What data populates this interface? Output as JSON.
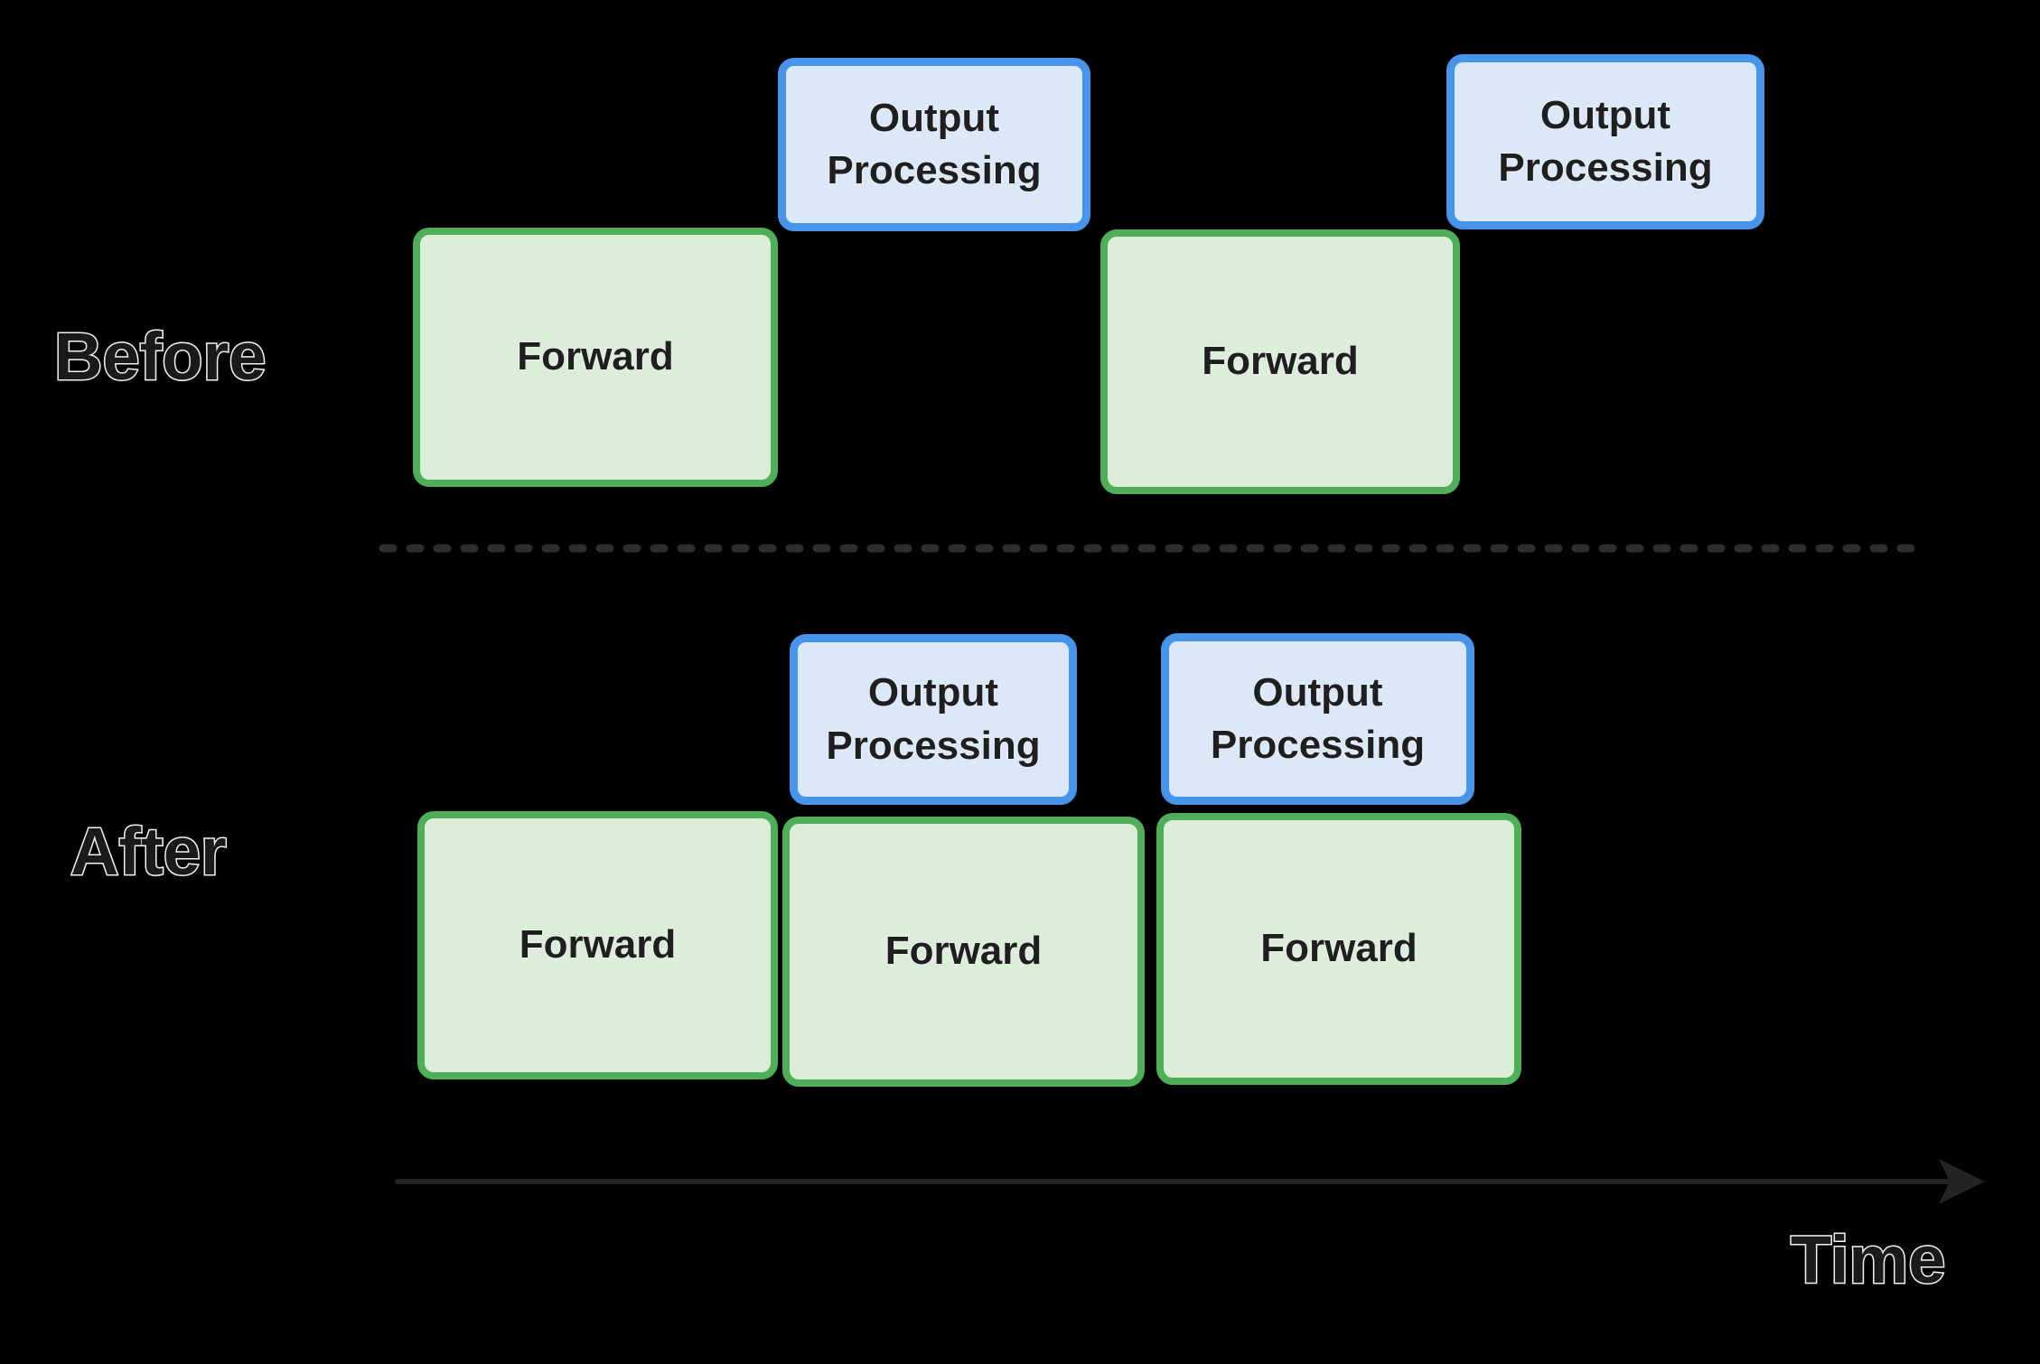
{
  "colors": {
    "background": "#000000",
    "forward_fill": "#dcedda",
    "forward_border": "#4fae58",
    "output_fill": "#dbe8fa",
    "output_border": "#4795ea",
    "block_text": "#1f1f1f",
    "label_text": "#1a1a1a",
    "label_outline": "#f2f2f2",
    "divider": "#2e2e2e",
    "arrow": "#242424"
  },
  "rows": [
    {
      "id": "before",
      "label": "Before",
      "blocks": [
        {
          "type": "forward",
          "label": "Forward"
        },
        {
          "type": "output",
          "label": "Output Processing"
        },
        {
          "type": "forward",
          "label": "Forward"
        },
        {
          "type": "output",
          "label": "Output Processing"
        }
      ]
    },
    {
      "id": "after",
      "label": "After",
      "blocks": [
        {
          "type": "output",
          "label": "Output Processing"
        },
        {
          "type": "output",
          "label": "Output Processing"
        },
        {
          "type": "forward",
          "label": "Forward"
        },
        {
          "type": "forward",
          "label": "Forward"
        },
        {
          "type": "forward",
          "label": "Forward"
        }
      ]
    }
  ],
  "axis": {
    "label": "Time"
  }
}
